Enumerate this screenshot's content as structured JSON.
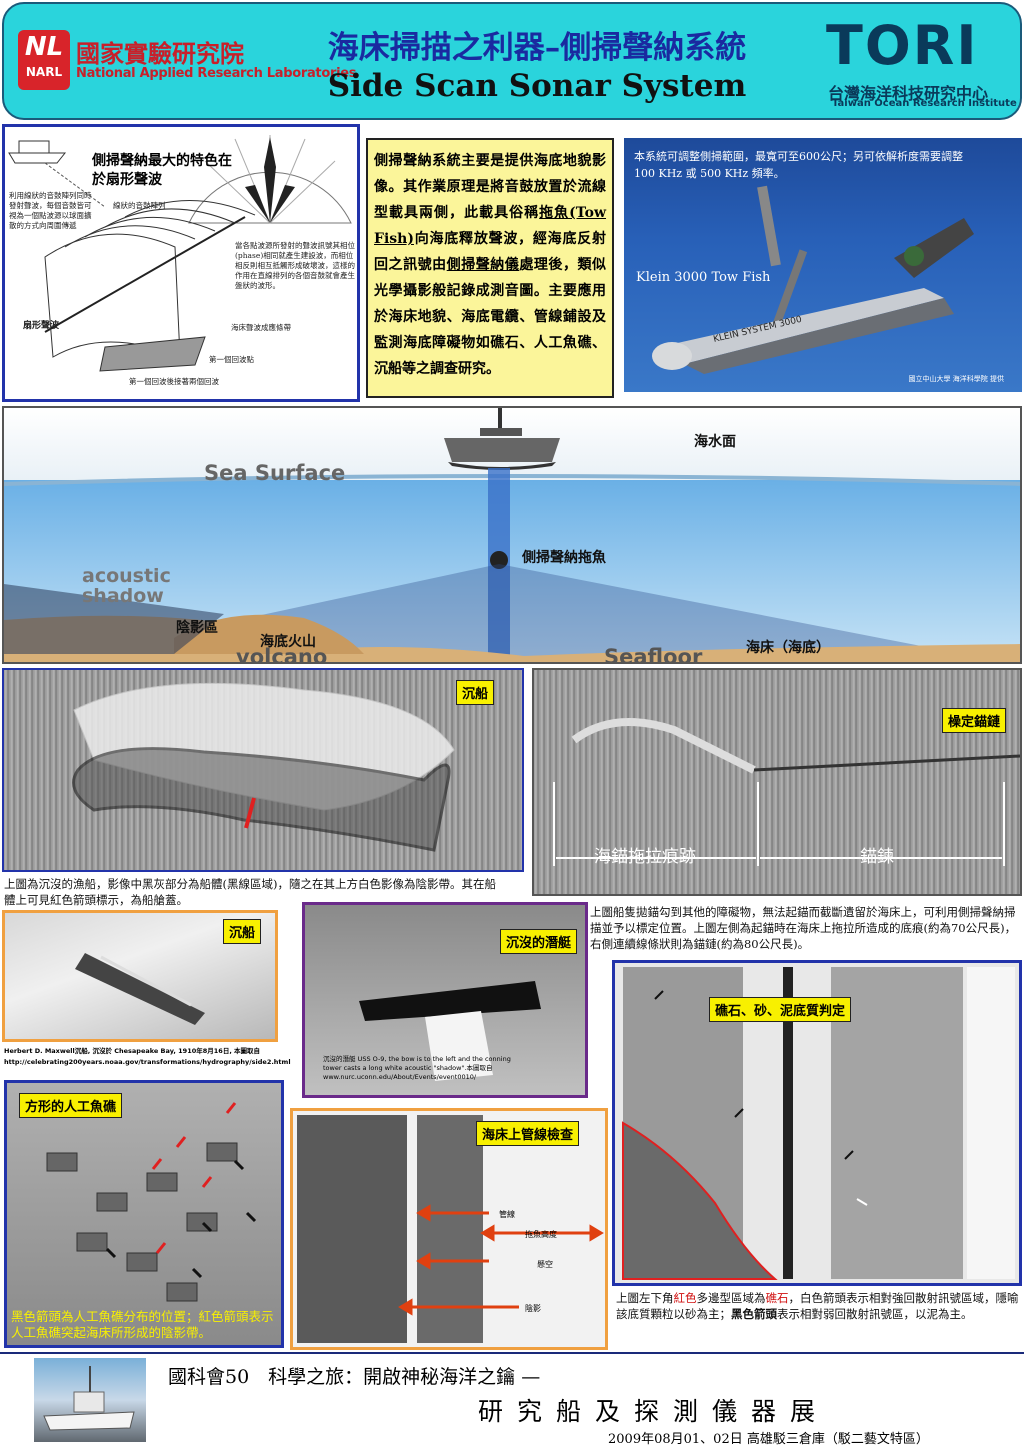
{
  "header": {
    "narl_logo_big": "𝙉𝙇",
    "narl_logo_small": "NARL",
    "narl_zh": "國家實驗研究院",
    "narl_en": "National Applied Research Laboratories",
    "title_zh": "海床掃描之利器–側掃聲納系統",
    "title_en": "Side Scan Sonar System",
    "tori_logo": "TORI",
    "tori_zh": "台灣海洋科技研究中心",
    "tori_en": "Taiwan Ocean Research Institute"
  },
  "diagram": {
    "title": "側掃聲納最大的特色在於扇形聲波",
    "note_left": "利用線狀的音鼓陣列同時發射聲波，每個音鼓皆可視為一個點波源以球面擴散的方式向周圍傳遞",
    "note_array": "線狀的音鼓陣列",
    "note_right": "當各點波源所發射的聲波訊號其相位(phase)相同就產生建設波，而相位相反則相互抵觸形成破壞波，這樣的作用在直線排列的各個音鼓就會產生盤狀的波形。",
    "label_fan": "扇形聲波",
    "label_band": "海床聲波成應條帶",
    "label_first": "第一個回波點",
    "label_bottom": "第一個回波後接著兩個回波"
  },
  "intro": {
    "text_a": "側掃聲納系統主要是提供海底地貌影像。其作業原理是將音鼓放置於流線型載具兩側，此載具俗稱",
    "text_b": "拖魚(Tow Fish)",
    "text_c": "向海底釋放聲波，經海底反射回之訊號由",
    "text_d": "側掃聲納儀",
    "text_e": "處理後，類似光學攝影般記錄成測音圖。主要應用於海床地貌、海底電纜、管線鋪設及監測海底障礙物如礁石、人工魚礁、沉船等之調查研究。"
  },
  "towfish": {
    "text": "本系統可調整側掃範圍，最寬可至600公尺；另可依解析度需要調整 100 KHz 或 500 KHz 頻率。",
    "label": "Klein 3000 Tow Fish",
    "credit": "國立中山大學 海洋科學院 提供",
    "body_text": "KLEIN SYSTEM 3000"
  },
  "sea": {
    "surface_en": "Sea Surface",
    "surface_zh": "海水面",
    "towfish_zh": "側掃聲納拖魚",
    "shadow_en_1": "acoustic",
    "shadow_en_2": "shadow",
    "shadow_zh": "陰影區",
    "volcano_zh": "海底火山",
    "volcano_en": "volcano",
    "seafloor_en": "Seafloor",
    "seafloor_zh": "海床（海底）"
  },
  "wreck1": {
    "label": "沉船",
    "caption": "上圖為沉沒的漁船，影像中黑灰部分為船體(黑線區域)，隨之在其上方白色影像為陰影帶。其在船體上可見紅色箭頭標示，為船艙蓋。"
  },
  "anchor": {
    "label": "橾定錨鏈",
    "drag": "海錨拖拉痕跡",
    "chain": "錨鍊",
    "caption": "上圖船隻拋錨勾到其他的障礙物，無法起錨而截斷遺留於海床上，可利用側掃聲納掃描並予以標定位置。上圖左側為起錨時在海床上拖拉所造成的底痕(約為70公尺長)，右側連續線條狀則為錨鏈(約為80公尺長)。"
  },
  "wreck2": {
    "label": "沉船",
    "caption": "Herbert D. Maxwell沉船, 沉沒於 Chesapeake Bay, 1910年8月16日, 本圖取自 http://celebrating200years.noaa.gov/transformations/hydrography/side2.html"
  },
  "sub": {
    "label": "沉沒的潛艇",
    "caption": "沉沒的潛艇 USS O-9, the bow is to the left and the conning tower casts a long white acoustic \"shadow\".本圖取自 www.nurc.uconn.edu/About/Events/event0010/"
  },
  "sediment": {
    "label": "礁石、砂、泥底質判定",
    "caption_a": "上圖左下角",
    "caption_red1": "紅色",
    "caption_b": "多邊型區域為",
    "caption_red2": "礁石",
    "caption_c": "，白色箭頭表示相對強回散射訊號區域，隱喻該底質顆粒以砂為主；",
    "caption_bold": "黑色箭頭",
    "caption_d": "表示相對弱回散射訊號區，以泥為主。"
  },
  "reef": {
    "label": "方形的人工魚礁",
    "caption": "黑色箭頭為人工魚礁分布的位置；紅色箭頭表示人工魚礁突起海床所形成的陰影帶。"
  },
  "pipeline": {
    "label": "海床上管線檢查",
    "pipe": "管線",
    "height": "拖魚高度",
    "span": "懸空",
    "shadow": "陰影"
  },
  "footer": {
    "line1": "國科會50　科學之旅：開啟神秘海洋之鑰 —",
    "line2": "研究船及探測儀器展",
    "line3": "2009年08月01、02日 高雄駁三倉庫（駁二藝文特區）"
  }
}
